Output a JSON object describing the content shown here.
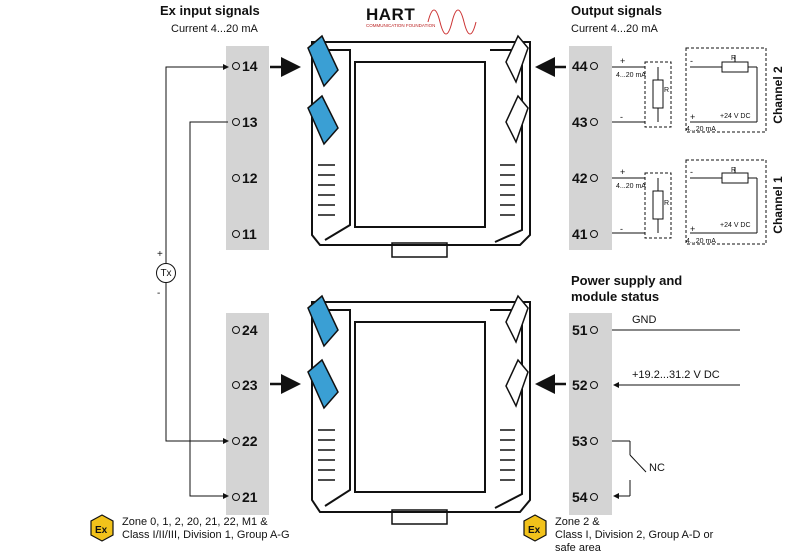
{
  "input": {
    "title": "Ex input signals",
    "subtitle": "Current 4...20 mA",
    "terminals": [
      "14",
      "13",
      "12",
      "11",
      "24",
      "23",
      "22",
      "21"
    ],
    "tx_label": "Tx",
    "plus": "+",
    "minus": "-"
  },
  "hart": {
    "logo": "HART",
    "tagline": "COMMUNICATION FOUNDATION"
  },
  "output": {
    "title": "Output signals",
    "subtitle": "Current 4...20 mA",
    "terminals": [
      "44",
      "43",
      "42",
      "41"
    ],
    "range_label": "4...20 mA",
    "load_label": "R",
    "supply_label": "+24 V DC",
    "channels": [
      "Channel 2",
      "Channel 1"
    ]
  },
  "power": {
    "title_line1": "Power supply and",
    "title_line2": "module status",
    "terminals": [
      "51",
      "52",
      "53",
      "54"
    ],
    "gnd": "GND",
    "supply": "+19.2...31.2 V DC",
    "nc": "NC"
  },
  "notes": {
    "zone0": [
      "Zone 0, 1, 2, 20, 21, 22, M1 &",
      "Class I/II/III, Division 1, Group A-G"
    ],
    "zone2": [
      "Zone 2 &",
      "Class I, Division 2, Group A-D or",
      "safe area"
    ],
    "ex_symbol": "Ex"
  },
  "colors": {
    "accent": "#3a9fd4",
    "strip": "#d4d4d4",
    "line": "#111111"
  }
}
